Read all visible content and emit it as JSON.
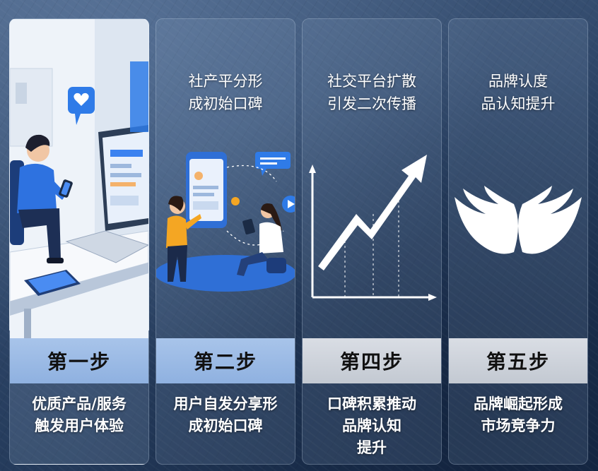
{
  "panels": [
    {
      "title_lines": [],
      "step": "第一步",
      "desc_lines": [
        "优质产品/服务",
        "触发用户体验"
      ],
      "illustration": "person-with-laptop-and-phone"
    },
    {
      "title_lines": [
        "社产平分形",
        "成初始口碑"
      ],
      "step": "第二步",
      "desc_lines": [
        "用户自发分享形",
        "成初始口碑"
      ],
      "illustration": "two-people-sharing-on-phones"
    },
    {
      "title_lines": [
        "社交平台扩散",
        "引发二次传播"
      ],
      "step": "第四步",
      "desc_lines": [
        "口碑积累推动",
        "品牌认知",
        "提升"
      ],
      "illustration": "rising-trend-arrow-chart"
    },
    {
      "title_lines": [
        "品牌认度",
        "品认知提升"
      ],
      "step": "第五步",
      "desc_lines": [
        "品牌崛起形成",
        "市场竞争力"
      ],
      "illustration": "angel-wings-icon"
    }
  ],
  "colors": {
    "step_blue": "#9bbbe6",
    "step_grey": "#cfd4dc",
    "accent": "#2f7be8"
  }
}
